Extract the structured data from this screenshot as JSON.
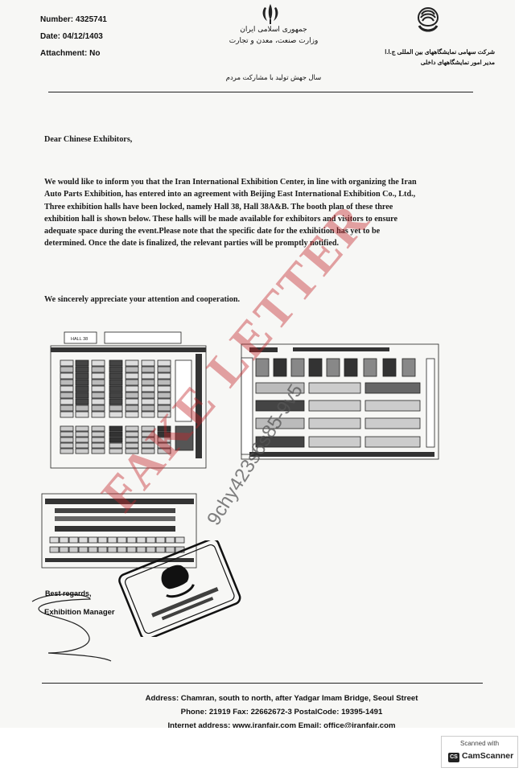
{
  "header": {
    "number": "Number: 4325741",
    "date": "Date: 04/12/1403",
    "attachment": "Attachment: No",
    "fa_center_line1": "جمهوری اسلامی ایران",
    "fa_center_line2": "وزارت صنعت، معدن و تجارت",
    "fa_slogan": "سال جهش تولید با مشارکت مردم",
    "fa_right_line1": "شرکت سهامی نمایشگاههای بین المللی ج.ا.ا",
    "fa_right_line2": "مدیر امور نمایشگاههای داخلی"
  },
  "letter": {
    "salutation": "Dear Chinese Exhibitors,",
    "body": "We would like to inform you that the Iran International Exhibition Center, in line with organizing the Iran Auto Parts Exhibition, has entered into an agreement with Beijing East International Exhibition Co., Ltd., Three exhibition halls have been locked, namely Hall 38, Hall 38A&B. The booth plan of these three exhibition hall is shown below. These halls will be made available for exhibitors and visitors to ensure adequate space during the event.Please note that the specific date for the exhibition has yet to be determined. Once the date is finalized, the relevant parties will be promptly notified.",
    "closing": "We sincerely appreciate your attention and cooperation."
  },
  "plans": {
    "hall_label": "HALL 38"
  },
  "signature": {
    "regards": "Best regards,",
    "title": "Exhibition Manager"
  },
  "footer": {
    "address": "Address: Chamran, south to north, after Yadgar Imam Bridge, Seoul Street",
    "phones": "Phone: 21919   Fax: 22662672-3   PostalCode: 19395-1491",
    "internet": "Internet address: www.iranfair.com          Email: office@iranfair.com"
  },
  "overlay": {
    "fake_text": "FAKE LETTER",
    "code_text": "9chy423s6s85-9v5"
  },
  "scanner": {
    "scanned_with": "Scanned with",
    "app_name": "CamScanner",
    "app_logo": "CS"
  }
}
